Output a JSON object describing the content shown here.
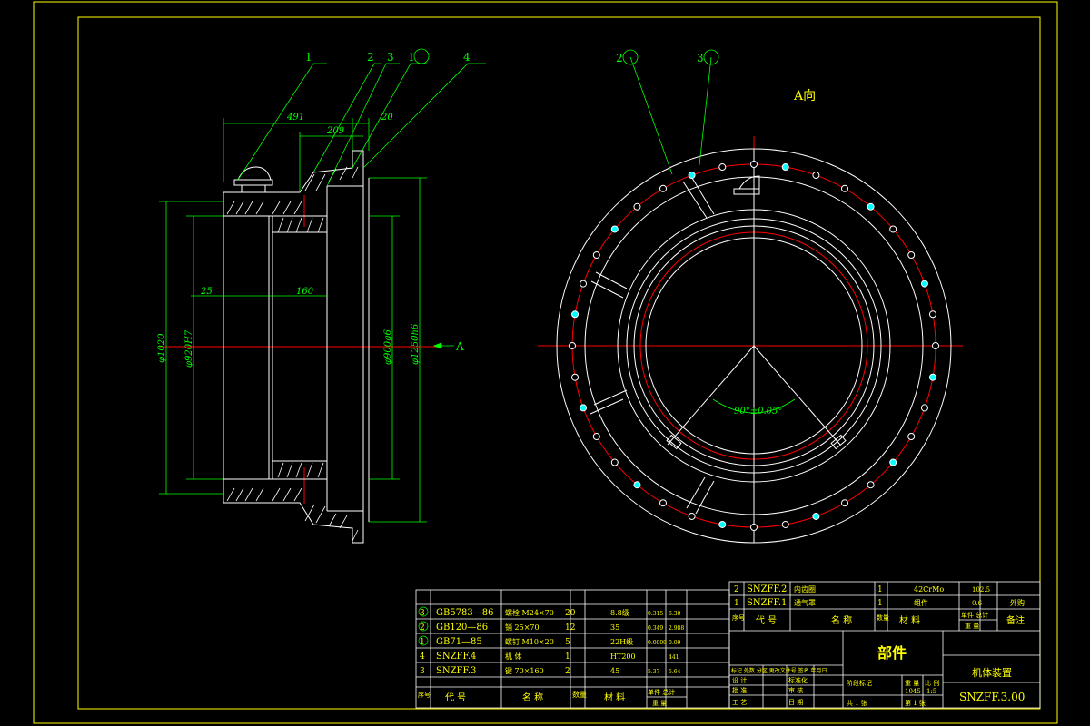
{
  "colors": {
    "background": "#000000",
    "frame": "#ffff00",
    "outline": "#ffffff",
    "dimension": "#00ff00",
    "centerline": "#ff0000",
    "label": "#ffff00",
    "hole_fill": "#00ffff"
  },
  "side_view": {
    "leaders": [
      "1",
      "2",
      "3",
      "1",
      "4"
    ],
    "dims": {
      "d491": "491",
      "d20": "20",
      "d209": "209",
      "d25": "25",
      "d160": "160",
      "dia1020": "φ1020",
      "dia920": "φ920H7",
      "dia900": "φ900g6",
      "dia1250": "φ1250h6"
    },
    "arrow_label": "A"
  },
  "end_view": {
    "title": "A向",
    "leaders": [
      "2",
      "3"
    ],
    "angle_dim": "90°±0.05°"
  },
  "bom_left": {
    "rows": [
      {
        "no": "3",
        "code": "GB5783—86",
        "name": "螺栓 M24×70",
        "qty": "20",
        "mat": "8.8级",
        "w1": "0.315",
        "w2": "6.30"
      },
      {
        "no": "2",
        "code": "GB120—86",
        "name": "销 25×70",
        "qty": "12",
        "mat": "35",
        "w1": "0.349",
        "w2": "2.988"
      },
      {
        "no": "1",
        "code": "GB71—85",
        "name": "螺钉 M10×20",
        "qty": "5",
        "mat": "22H级",
        "w1": "0.0009",
        "w2": "0.09"
      },
      {
        "no": "4",
        "code": "SNZFF.4",
        "name": "机 体",
        "qty": "1",
        "mat": "HT200",
        "w1": "",
        "w2": "441"
      },
      {
        "no": "3",
        "code": "SNZFF.3",
        "name": "键 70×160",
        "qty": "2",
        "mat": "45",
        "w1": "5.37",
        "w2": "5.64"
      }
    ],
    "header": {
      "no": "序号",
      "code": "代 号",
      "name": "名 称",
      "qty": "数量",
      "mat": "材 料",
      "w": "单件 总计",
      "wsub": "重 量",
      "note": "备注"
    }
  },
  "bom_right": {
    "rows": [
      {
        "no": "2",
        "code": "SNZFF.2",
        "name": "内齿圈",
        "qty": "1",
        "mat": "42CrMo",
        "w1": "102.5",
        "w2": ""
      },
      {
        "no": "1",
        "code": "SNZFF.1",
        "name": "通气罩",
        "qty": "1",
        "mat": "组件",
        "w1": "0.6",
        "w2": "",
        "note": "外购"
      }
    ],
    "header": {
      "no": "序号",
      "code": "代 号",
      "name": "名 称",
      "qty": "数量",
      "mat": "材 料",
      "w": "单件 总计",
      "wsub": "重 量",
      "note": "备注"
    }
  },
  "title_block": {
    "part_type": "部件",
    "drawing_name": "机体装置",
    "drawing_no": "SNZFF.3.00",
    "labels": {
      "revision": "标记 处数 分区 更改文件号 签名 年月日",
      "design": "设 计",
      "standard": "标准化",
      "check": "审 核",
      "process": "工 艺",
      "approve": "批 准",
      "date": "日 期",
      "stage": "阶段标记",
      "weight": "重 量",
      "scale": "比 例",
      "sheets": "共 1 张",
      "sheet_no": "第 1 张"
    },
    "weight_value": "1045",
    "scale_value": "1:5"
  }
}
